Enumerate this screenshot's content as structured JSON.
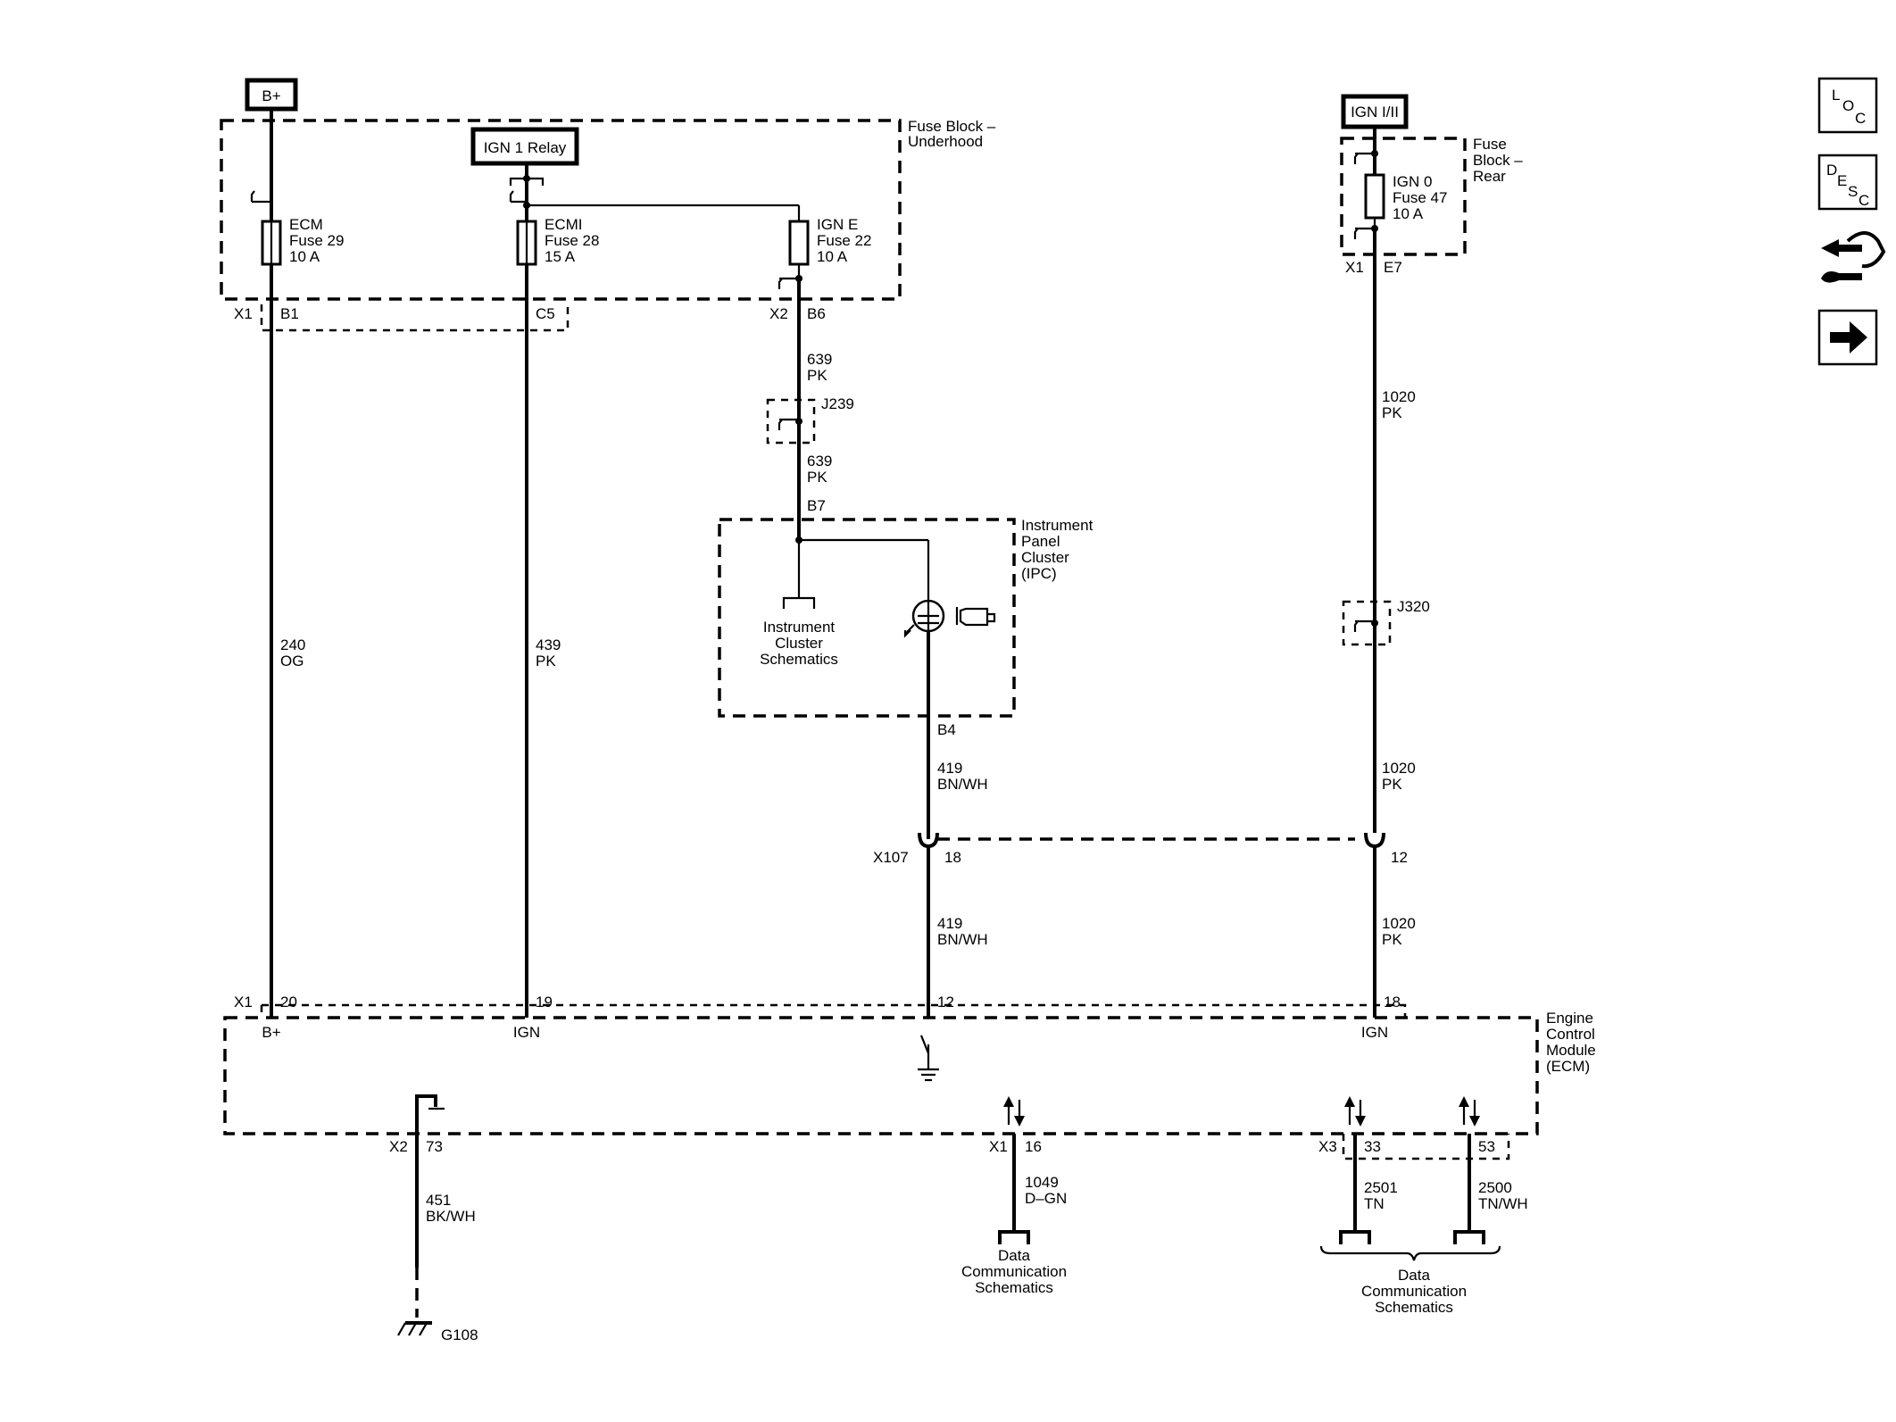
{
  "sources": {
    "b_plus": "B+",
    "ign_relay": "IGN 1 Relay",
    "ign_1_2": "IGN I/II"
  },
  "fuse_block_underhood": {
    "line1": "Fuse Block –",
    "line2": "Underhood"
  },
  "fuse_block_rear": {
    "line1": "Fuse",
    "line2": "Block –",
    "line3": "Rear"
  },
  "fuses": {
    "ecm": {
      "name": "ECM",
      "fuse": "Fuse 29",
      "rating": "10 A"
    },
    "ecmi": {
      "name": "ECMI",
      "fuse": "Fuse 28",
      "rating": "15 A"
    },
    "igne": {
      "name": "IGN E",
      "fuse": "Fuse 22",
      "rating": "10 A"
    },
    "ign0": {
      "name": "IGN 0",
      "fuse": "Fuse 47",
      "rating": "10 A"
    }
  },
  "connectors": {
    "x1": "X1",
    "x2": "X2",
    "x3": "X3",
    "x107": "X107",
    "b1": "B1",
    "c5": "C5",
    "b6": "B6",
    "e7": "E7",
    "b7": "B7",
    "b4": "B4",
    "p18": "18",
    "p12": "12",
    "p20": "20",
    "p19": "19",
    "p12b": "12",
    "p18b": "18",
    "p73": "73",
    "p16": "16",
    "p33": "33",
    "p53": "53"
  },
  "splices": {
    "j239": "J239",
    "j320": "J320"
  },
  "wires": {
    "w639a": {
      "circuit": "639",
      "color": "PK"
    },
    "w639b": {
      "circuit": "639",
      "color": "PK"
    },
    "w1020a": {
      "circuit": "1020",
      "color": "PK"
    },
    "w1020b": {
      "circuit": "1020",
      "color": "PK"
    },
    "w1020c": {
      "circuit": "1020",
      "color": "PK"
    },
    "w240": {
      "circuit": "240",
      "color": "OG"
    },
    "w439": {
      "circuit": "439",
      "color": "PK"
    },
    "w419a": {
      "circuit": "419",
      "color": "BN/WH"
    },
    "w419b": {
      "circuit": "419",
      "color": "BN/WH"
    },
    "w451": {
      "circuit": "451",
      "color": "BK/WH"
    },
    "w1049": {
      "circuit": "1049",
      "color": "D–GN"
    },
    "w2501": {
      "circuit": "2501",
      "color": "TN"
    },
    "w2500": {
      "circuit": "2500",
      "color": "TN/WH"
    }
  },
  "ipc": {
    "line1": "Instrument",
    "line2": "Panel",
    "line3": "Cluster",
    "line4": "(IPC)",
    "ref1": "Instrument",
    "ref2": "Cluster",
    "ref3": "Schematics"
  },
  "ecm": {
    "line1": "Engine",
    "line2": "Control",
    "line3": "Module",
    "line4": "(ECM)",
    "pin_bplus": "B+",
    "pin_ign": "IGN",
    "pin_ign2": "IGN"
  },
  "data_comm_a": {
    "line1": "Data",
    "line2": "Communication",
    "line3": "Schematics"
  },
  "data_comm_b": {
    "line1": "Data",
    "line2": "Communication",
    "line3": "Schematics"
  },
  "ground": "G108",
  "side_buttons": [
    {
      "name": "loc",
      "letters": [
        "L",
        "O",
        "C"
      ]
    },
    {
      "name": "desc",
      "letters": [
        "D",
        "E",
        "S",
        "C"
      ]
    },
    {
      "name": "tools",
      "icon": "tools-icon"
    },
    {
      "name": "next",
      "icon": "arrow-right-icon"
    }
  ]
}
